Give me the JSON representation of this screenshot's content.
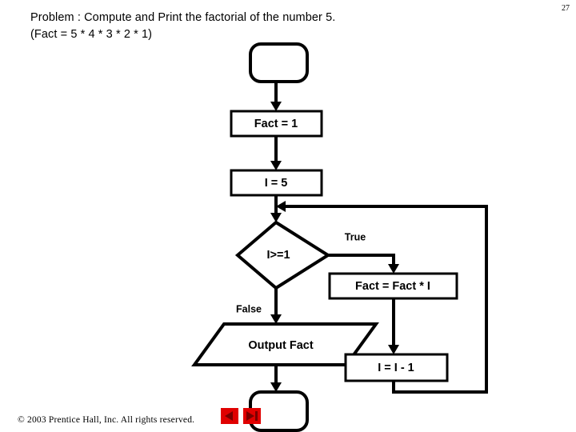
{
  "slide": {
    "page_number": "27",
    "problem_line1": "Problem : Compute and Print the factorial of the number 5.",
    "problem_line2": "(Fact = 5 * 4 * 3 * 2 * 1)",
    "copyright": "© 2003 Prentice Hall, Inc.  All rights reserved."
  },
  "flowchart": {
    "nodes": [
      {
        "id": "start",
        "type": "terminator",
        "label": ""
      },
      {
        "id": "fact-init",
        "type": "process",
        "label": "Fact = 1"
      },
      {
        "id": "i-init",
        "type": "process",
        "label": "I = 5"
      },
      {
        "id": "decision",
        "type": "decision",
        "label": "I>=1"
      },
      {
        "id": "fact-mult",
        "type": "process",
        "label": "Fact = Fact * I"
      },
      {
        "id": "output-fact",
        "type": "input-output",
        "label": "Output Fact"
      },
      {
        "id": "i-decrement",
        "type": "process",
        "label": "I = I - 1"
      },
      {
        "id": "end",
        "type": "terminator",
        "label": ""
      }
    ],
    "branch_labels": {
      "true": "True",
      "false": "False"
    },
    "colors": {
      "stroke": "#000000",
      "fill": "#ffffff",
      "nav_button": "#e00000"
    }
  },
  "navigation": {
    "previous_label": "previous-slide",
    "next_label": "next-slide"
  }
}
